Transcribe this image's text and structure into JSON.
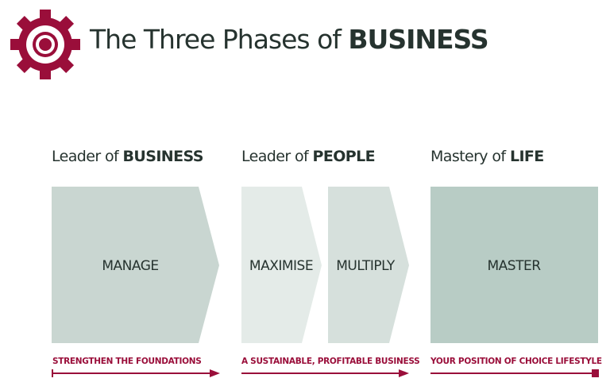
{
  "title": {
    "prefix": "The Three Phases of ",
    "emphasis": "BUSINESS"
  },
  "icon": "gear-target-icon",
  "colors": {
    "accent": "#9a0e3a",
    "text": "#26332f",
    "manage": "#c9d6d1",
    "maximise": "#e4ebe8",
    "multiply": "#d6e0dc",
    "master": "#b8ccc5"
  },
  "phases": [
    {
      "heading_prefix": "Leader of ",
      "heading_emphasis": "BUSINESS",
      "caption": "STRENGTHEN THE FOUNDATIONS"
    },
    {
      "heading_prefix": "Leader of ",
      "heading_emphasis": "PEOPLE",
      "caption": "A SUSTAINABLE, PROFITABLE BUSINESS"
    },
    {
      "heading_prefix": "Mastery of ",
      "heading_emphasis": "LIFE",
      "caption": "YOUR POSITION OF CHOICE LIFESTYLE"
    }
  ],
  "shapes": {
    "manage": "MANAGE",
    "maximise": "MAXIMISE",
    "multiply": "MULTIPLY",
    "master": "MASTER"
  }
}
